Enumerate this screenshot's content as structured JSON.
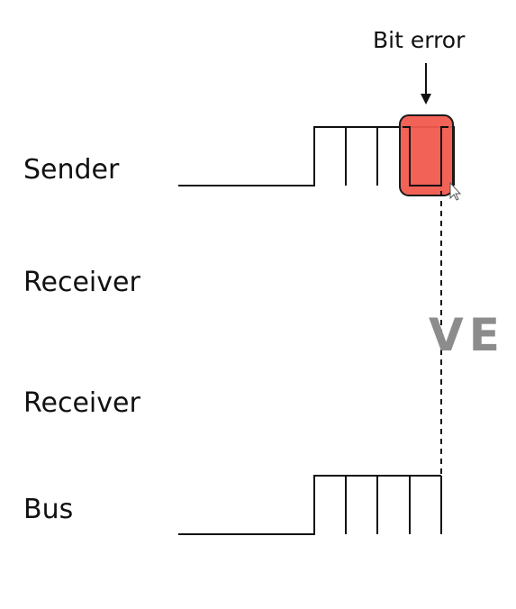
{
  "rows": {
    "sender": "Sender",
    "receiver_1": "Receiver",
    "receiver_2": "Receiver",
    "bus": "Bus"
  },
  "annotation": {
    "bit_error": "Bit error"
  },
  "watermark": "VE",
  "colors": {
    "error_fill": "#f25a4e",
    "error_stroke": "#1a1a1a",
    "line": "#111111",
    "watermark": "#8c8c8c"
  }
}
